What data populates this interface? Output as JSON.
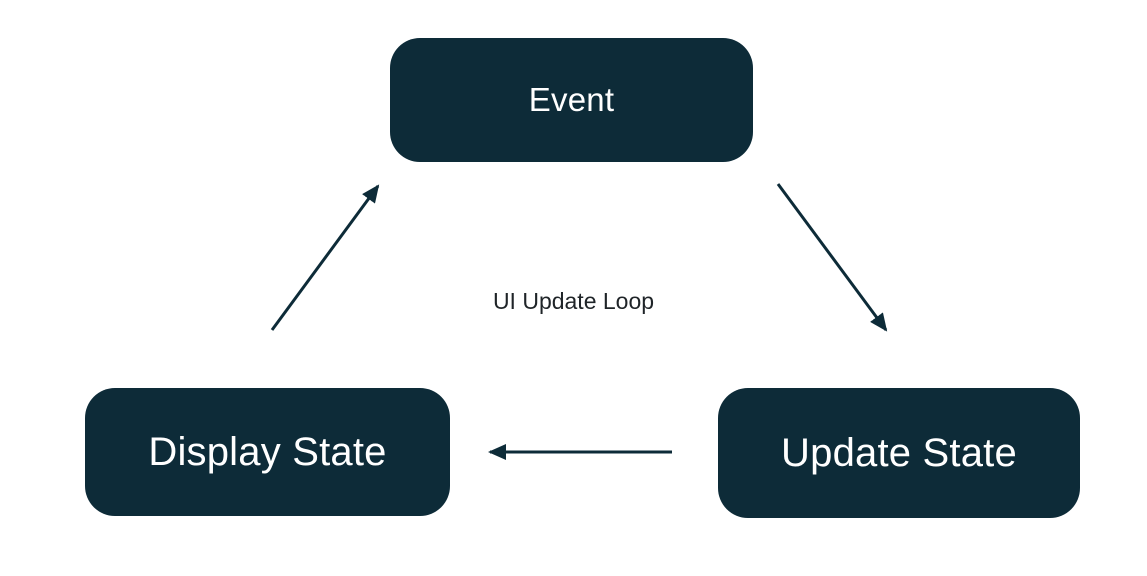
{
  "diagram": {
    "title": "UI Update Loop",
    "nodes": [
      {
        "id": "event",
        "label": "Event"
      },
      {
        "id": "update-state",
        "label": "Update State"
      },
      {
        "id": "display-state",
        "label": "Display State"
      }
    ],
    "edges": [
      {
        "from": "event",
        "to": "update-state"
      },
      {
        "from": "update-state",
        "to": "display-state"
      },
      {
        "from": "display-state",
        "to": "event"
      }
    ],
    "colors": {
      "node_bg": "#0d2b38",
      "node_text": "#ffffff",
      "arrow": "#0d2b38",
      "title_text": "#1f2428",
      "background": "#ffffff"
    }
  }
}
